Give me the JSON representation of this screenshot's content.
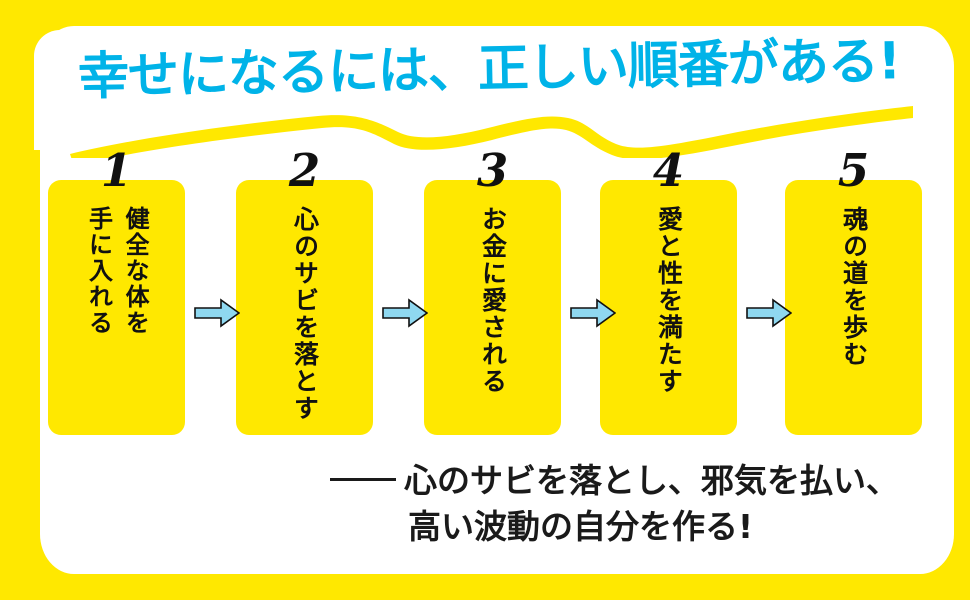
{
  "theme": {
    "frame_yellow": "#FFE800",
    "panel_white": "#FFFFFF",
    "title_cyan": "#00B3E8",
    "box_yellow": "#FFE800",
    "text_black": "#111111",
    "caption_black": "#1A1A1A",
    "arrow_fill": "#8FD8F0",
    "arrow_stroke": "#111111",
    "underline_yellow": "#FFE800"
  },
  "title": {
    "text": "幸せになるには、正しい順番がある!"
  },
  "steps": [
    {
      "number": "1",
      "columns": [
        "健全な体を",
        "手に入れる"
      ]
    },
    {
      "number": "2",
      "columns": [
        "心のサビを落とす"
      ]
    },
    {
      "number": "3",
      "columns": [
        "お金に愛される"
      ]
    },
    {
      "number": "4",
      "columns": [
        "愛と性を満たす"
      ]
    },
    {
      "number": "5",
      "columns": [
        "魂の道を歩む"
      ]
    }
  ],
  "arrows": [
    {
      "name": "arrow-1-to-2"
    },
    {
      "name": "arrow-2-to-3"
    },
    {
      "name": "arrow-3-to-4"
    },
    {
      "name": "arrow-4-to-5"
    }
  ],
  "caption": {
    "line1": "心のサビを落とし、邪気を払い、",
    "line2": "高い波動の自分を作る!"
  }
}
